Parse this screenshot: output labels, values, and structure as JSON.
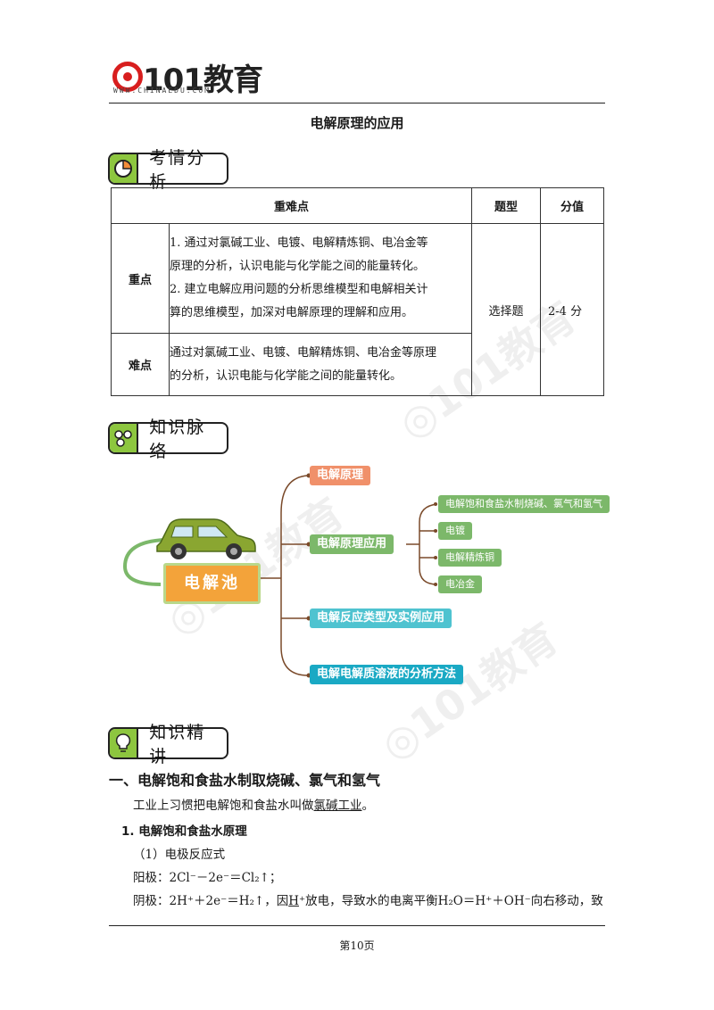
{
  "header": {
    "logo_text": "101教育",
    "logo_sub": "WWW.CHINAEDU.COM"
  },
  "doc_title": "电解原理的应用",
  "sections": {
    "analysis": "考情分析",
    "mindmap": "知识脉络",
    "lecture": "知识精讲"
  },
  "table": {
    "headers": [
      "重难点",
      "题型",
      "分值"
    ],
    "rows": [
      {
        "label": "重点",
        "lines": [
          "1. 通过对氯碱工业、电镀、电解精炼铜、电冶金等",
          "原理的分析，认识电能与化学能之间的能量转化。",
          "2. 建立电解应用问题的分析思维模型和电解相关计",
          "算的思维模型，加深对电解原理的理解和应用。"
        ]
      },
      {
        "label": "难点",
        "lines": [
          "通过对氯碱工业、电镀、电解精炼铜、电冶金等原理",
          "的分析，认识电能与化学能之间的能量转化。"
        ]
      }
    ],
    "type_value": "选择题",
    "score_value": "2-4 分"
  },
  "mindmap": {
    "root": "电解池",
    "branches": [
      {
        "label": "电解原理",
        "color": "#f0906a"
      },
      {
        "label": "电解原理应用",
        "color": "#7cb86a"
      },
      {
        "label": "电解反应类型及实例应用",
        "color": "#4fc3d0"
      },
      {
        "label": "电解电解质溶液的分析方法",
        "color": "#1aa9c4"
      }
    ],
    "sub_items": [
      "电解饱和食盐水制烧碱、氯气和氢气",
      "电镀",
      "电解精炼铜",
      "电冶金"
    ]
  },
  "content": {
    "heading": "一、电解饱和食盐水制取烧碱、氯气和氢气",
    "intro_prefix": "工业上习惯把电解饱和食盐水叫做",
    "intro_term": "氯碱工业",
    "intro_suffix": "。",
    "sub1": "1. 电解饱和食盐水原理",
    "sub1_1": "（1）电极反应式",
    "anode": "阳极：2Cl⁻－2e⁻＝Cl₂↑；",
    "cathode_prefix": "阴极：2H⁺＋2e⁻＝H₂↑，因",
    "cathode_ion": "H",
    "cathode_suffix": "⁺放电，导致水的电离平衡H₂O＝H⁺＋OH⁻向右移动，致"
  },
  "footer": {
    "page": "第10页"
  }
}
